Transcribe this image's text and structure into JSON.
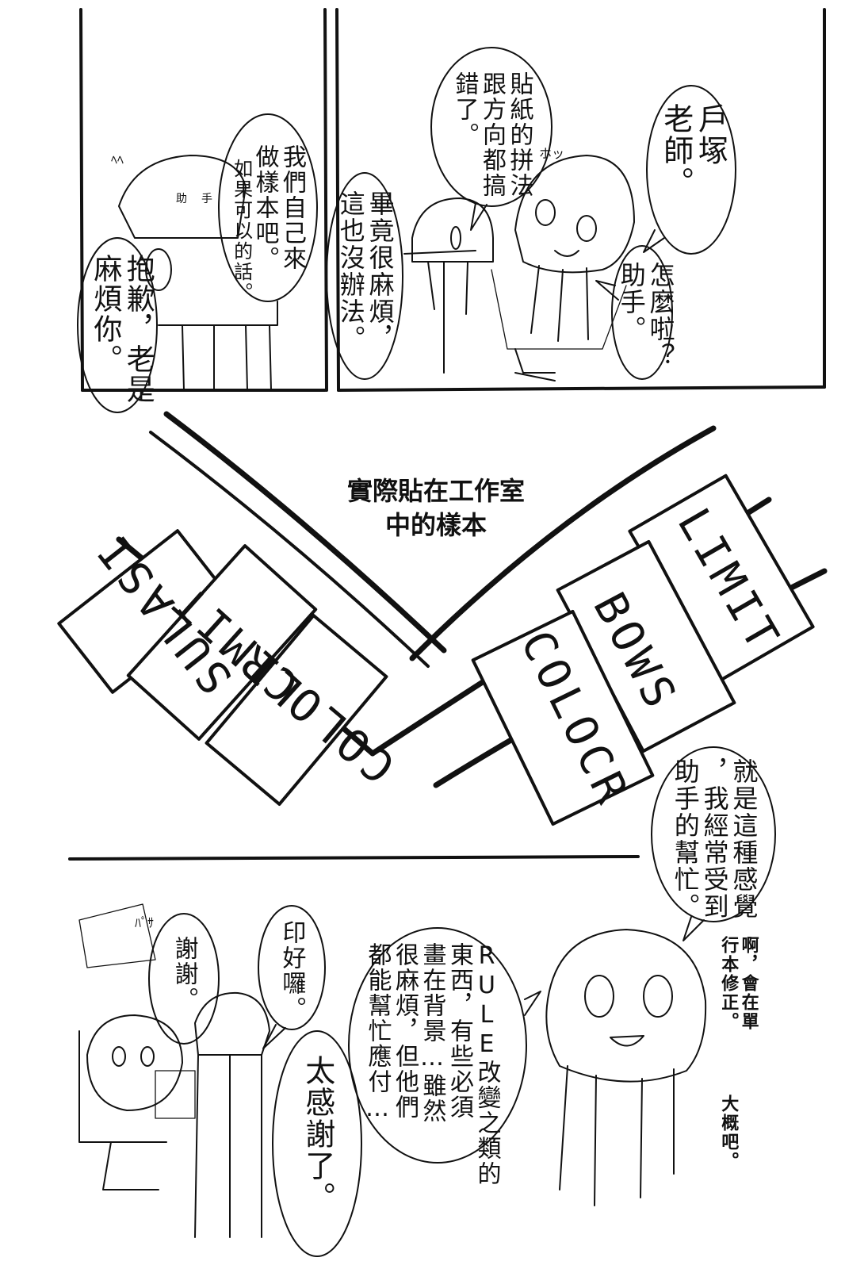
{
  "panel1": {
    "bubble_teacher": "戶塚\n老師。",
    "bubble_what": "怎麼啦？\n助手。",
    "bubble_sticker": "貼紙的拼法\n跟方向都搞\n錯了。",
    "bubble_cant_help": "畢竟很麻煩，\n這也沒辦法。",
    "bubble_samples": "我們自己來\n做樣本吧。",
    "bubble_if_possible": "如果可以的話。",
    "bubble_sorry": "抱歉，老是\n麻煩你。",
    "chair_label": "助手",
    "sfx_hoh": "ホッ",
    "sfx_nn": "ﾍﾍ"
  },
  "panel2": {
    "caption": "實際貼在工作室\n中的樣本",
    "signs": [
      {
        "text": "SULASI"
      },
      {
        "text": "LIMIT"
      },
      {
        "text": "COLOCR"
      },
      {
        "text": "LIMIT"
      },
      {
        "text": "BOWS"
      },
      {
        "text": "COLOCR"
      }
    ],
    "bubble_like_this": "就是這種感覺\n，我經常受到\n助手的幫忙。"
  },
  "panel3": {
    "bubble_printed": "印好囉。",
    "bubble_thanks": "謝謝。",
    "bubble_rule": "RULE改變之類的\n東西，有些必須\n畫在背景…雖然\n很麻煩，但他們\n都能幫忙應付…",
    "bubble_so_grateful": "太感謝了。",
    "note_correction": "啊，會在單\n行本修正。",
    "note_probably": "大概吧。",
    "sfx_paper": "ﾊﾟｻ"
  }
}
